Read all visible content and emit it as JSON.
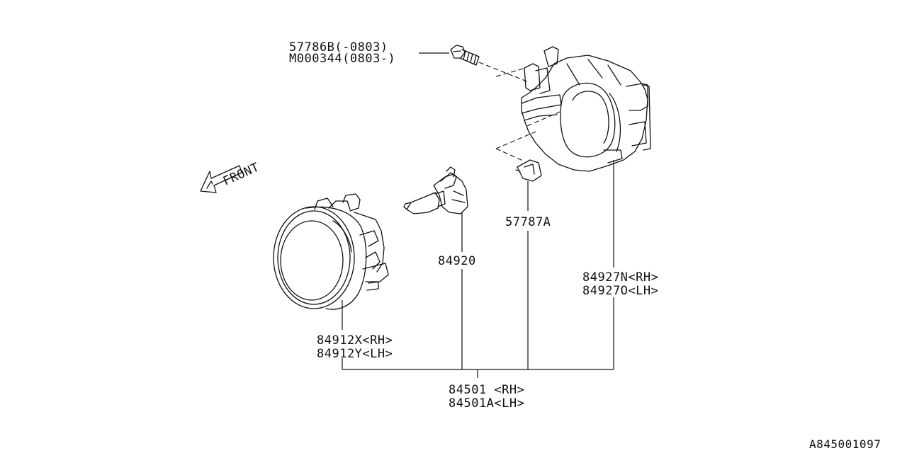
{
  "labels": {
    "bolt_a": "57786B(-0803)",
    "bolt_b": "M000344(0803-)",
    "front": "FRONT",
    "clip": "57787A",
    "bulb": "84920",
    "bracket_rh": "84927N<RH>",
    "bracket_lh": "84927O<LH>",
    "lamp_rh": "84912X<RH>",
    "lamp_lh": "84912Y<LH>",
    "assy_rh": "84501 <RH>",
    "assy_lh": "84501A<LH>",
    "diagram_id": "A845001097"
  }
}
